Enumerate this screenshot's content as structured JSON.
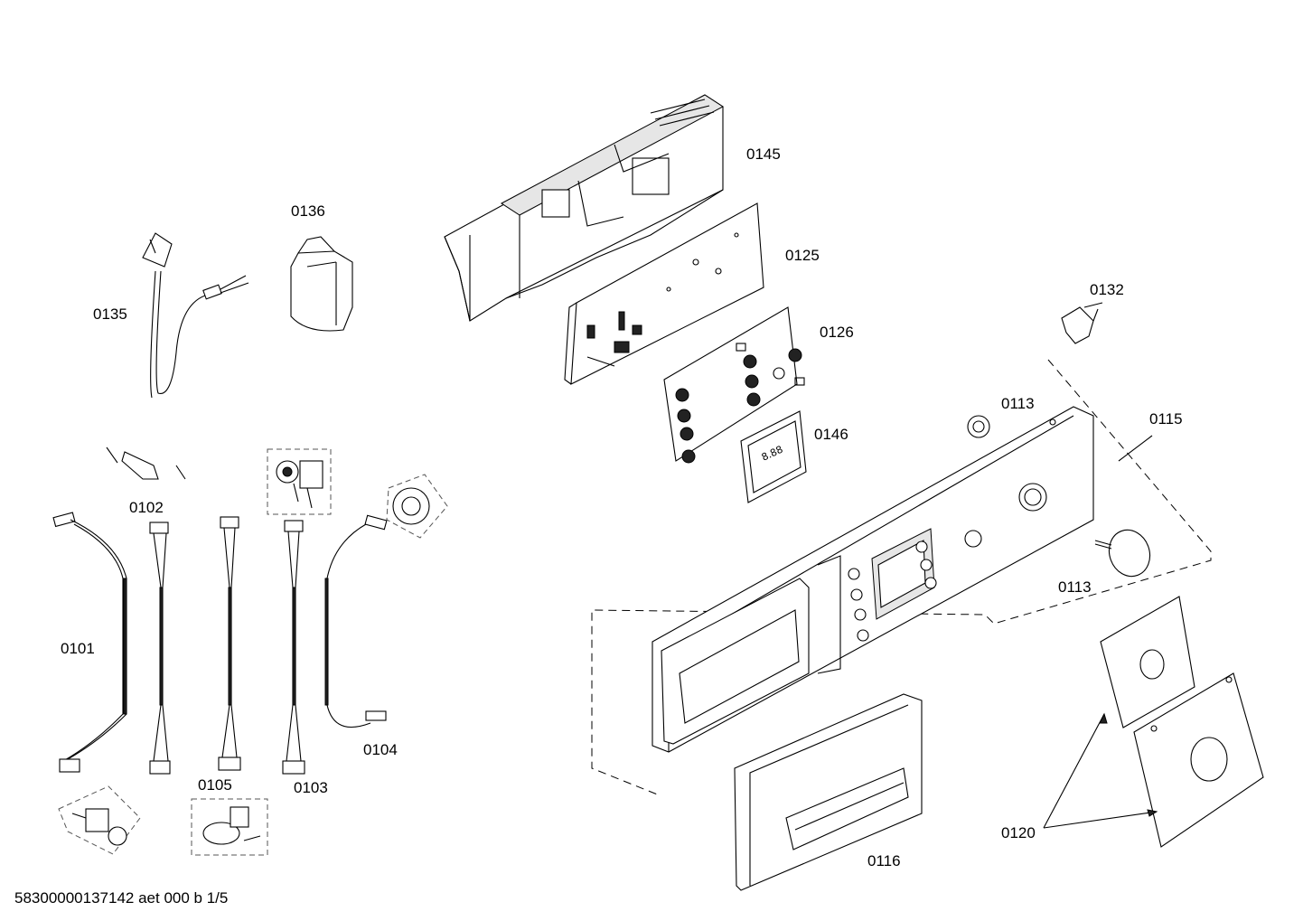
{
  "parts": [
    {
      "id": "p0145",
      "label": "0145"
    },
    {
      "id": "p0136",
      "label": "0136"
    },
    {
      "id": "p0125",
      "label": "0125"
    },
    {
      "id": "p0135",
      "label": "0135"
    },
    {
      "id": "p0132",
      "label": "0132"
    },
    {
      "id": "p0126",
      "label": "0126"
    },
    {
      "id": "p0113a",
      "label": "0113"
    },
    {
      "id": "p0146",
      "label": "0146"
    },
    {
      "id": "p0115",
      "label": "0115"
    },
    {
      "id": "p0102",
      "label": "0102"
    },
    {
      "id": "p0113b",
      "label": "0113"
    },
    {
      "id": "p0101",
      "label": "0101"
    },
    {
      "id": "p0104",
      "label": "0104"
    },
    {
      "id": "p0105",
      "label": "0105"
    },
    {
      "id": "p0103",
      "label": "0103"
    },
    {
      "id": "p0116",
      "label": "0116"
    },
    {
      "id": "p0120",
      "label": "0120"
    }
  ],
  "footer": "58300000137142 aet 000 b 1/5"
}
